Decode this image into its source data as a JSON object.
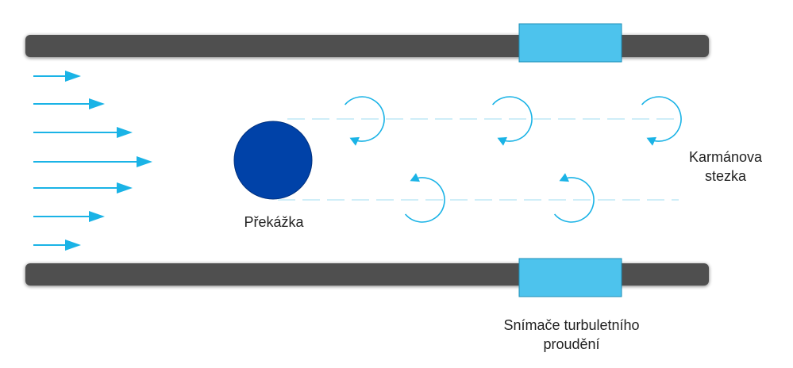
{
  "colors": {
    "flow": "#1ab3e6",
    "pipe": "#505050",
    "sensor": "#4dc3ed",
    "obstacle": "#0042a8",
    "text": "#222222"
  },
  "flow": {
    "arrow_lengths": [
      60,
      90,
      125,
      150,
      125,
      90,
      60
    ]
  },
  "labels": {
    "obstacle": "Překážka",
    "karman_line1": "Karmánova",
    "karman_line2": "stezka",
    "sensors_line1": "Snímače turbuletního",
    "sensors_line2": "proudění"
  },
  "icons": {
    "inflow": "arrow-right-icon",
    "vortex_cw": "clockwise-arrow-icon",
    "vortex_ccw": "counterclockwise-arrow-icon"
  }
}
